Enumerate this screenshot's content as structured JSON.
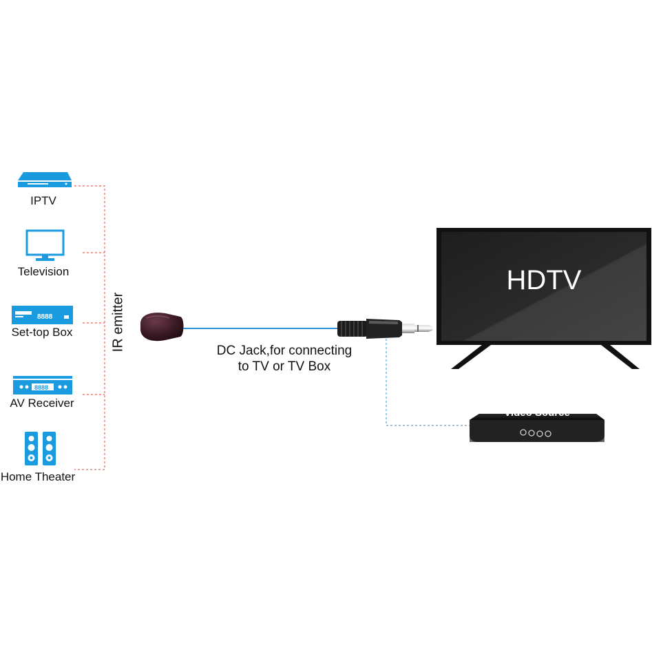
{
  "devices": [
    {
      "label": "IPTV",
      "icon": "iptv-box-icon"
    },
    {
      "label": "Television",
      "icon": "monitor-icon"
    },
    {
      "label": "Set-top Box",
      "icon": "set-top-box-icon",
      "display": "8888"
    },
    {
      "label": "AV Receiver",
      "icon": "av-receiver-icon",
      "display": "8888"
    },
    {
      "label": "Home Theater",
      "icon": "speakers-icon"
    }
  ],
  "ir_emitter": {
    "label": "IR emitter"
  },
  "cable": {
    "caption_line1": "DC Jack,for connecting",
    "caption_line2": "to TV or TV Box"
  },
  "tv": {
    "label": "HDTV"
  },
  "video_source": {
    "label": "Video Source"
  },
  "colors": {
    "icon_blue": "#1a9be0",
    "cable_blue": "#2a8fd4",
    "red_dashed": "#e8625a",
    "blue_dashed": "#4fa9e0",
    "tv_frame": "#111111",
    "tv_screen": "#2b2b2b"
  }
}
